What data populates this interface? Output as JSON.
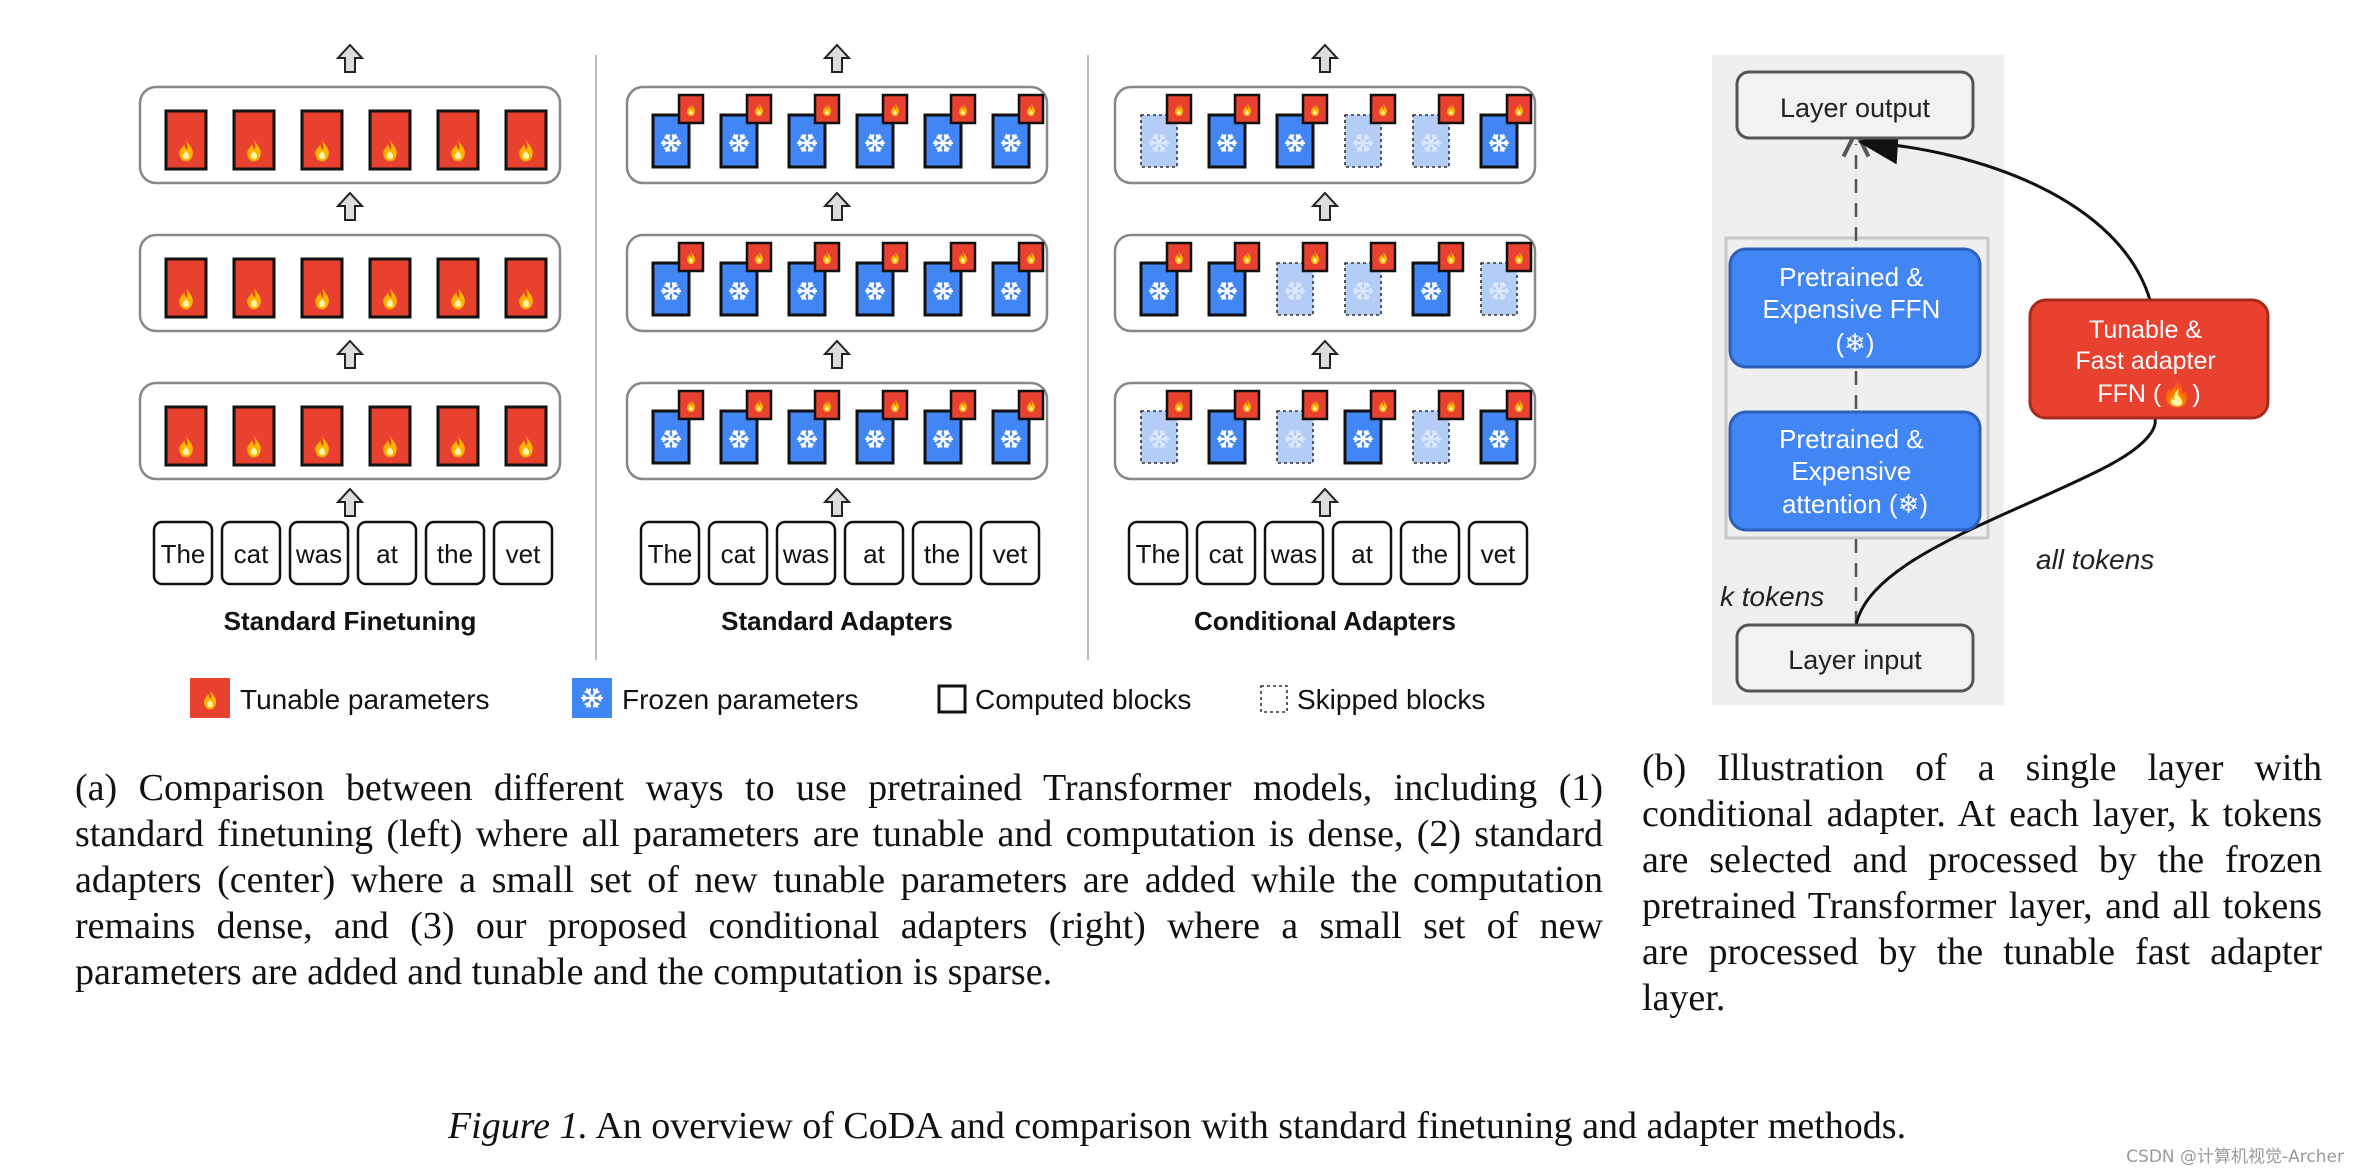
{
  "panel_a": {
    "columns": [
      {
        "title": "Standard Finetuning",
        "layers": [
          [
            "T",
            "T",
            "T",
            "T",
            "T",
            "T"
          ],
          [
            "T",
            "T",
            "T",
            "T",
            "T",
            "T"
          ],
          [
            "T",
            "T",
            "T",
            "T",
            "T",
            "T"
          ]
        ]
      },
      {
        "title": "Standard Adapters",
        "layers": [
          [
            "FA",
            "FA",
            "FA",
            "FA",
            "FA",
            "FA"
          ],
          [
            "FA",
            "FA",
            "FA",
            "FA",
            "FA",
            "FA"
          ],
          [
            "FA",
            "FA",
            "FA",
            "FA",
            "FA",
            "FA"
          ]
        ]
      },
      {
        "title": "Conditional Adapters",
        "layers": [
          [
            "SA",
            "FA",
            "FA",
            "SA",
            "SA",
            "FA"
          ],
          [
            "FA",
            "FA",
            "SA",
            "SA",
            "FA",
            "SA"
          ],
          [
            "SA",
            "FA",
            "SA",
            "FA",
            "SA",
            "FA"
          ]
        ]
      }
    ],
    "tokens": [
      "The",
      "cat",
      "was",
      "at",
      "the",
      "vet"
    ],
    "legend": [
      {
        "key": "tunable",
        "label": "Tunable parameters"
      },
      {
        "key": "frozen",
        "label": "Frozen parameters"
      },
      {
        "key": "computed",
        "label": "Computed blocks"
      },
      {
        "key": "skipped",
        "label": "Skipped blocks"
      }
    ],
    "caption": "(a) Comparison between different ways to use pretrained Transformer models, including (1) standard finetuning (left) where all parameters are tunable and computation is dense, (2) standard adapters (center) where a small set of new tunable parameters are added while the computation remains dense, and (3) our proposed conditional adapters (right) where a small set of new parameters are added and tunable and the computation is sparse."
  },
  "panel_b": {
    "layer_output": "Layer output",
    "ffn": [
      "Pretrained &",
      "Expensive FFN",
      "(❄)"
    ],
    "attention": [
      "Pretrained &",
      "Expensive",
      "attention (❄)"
    ],
    "adapter": [
      "Tunable &",
      "Fast adapter",
      "FFN (🔥)"
    ],
    "layer_input": "Layer input",
    "k_tokens_label": "k tokens",
    "all_tokens_label": "all tokens",
    "caption": "(b) Illustration of a single layer with conditional adapter. At each layer, k tokens are selected and processed by the frozen pretrained Transformer layer, and all tokens are processed by the tunable fast adapter layer."
  },
  "figure_caption": {
    "prefix": "Figure 1.",
    "text": "An overview of CoDA and comparison with standard finetuning and adapter methods."
  },
  "watermark": "CSDN @计算机视觉-Archer",
  "colors": {
    "tunable_red": "#e8412f",
    "frozen_blue": "#4285f4",
    "skipped_blue": "#b3cdf7",
    "panel_gray": "#efefef",
    "box_gray": "#f2f2f2",
    "arrow_gray": "#dddddd"
  }
}
